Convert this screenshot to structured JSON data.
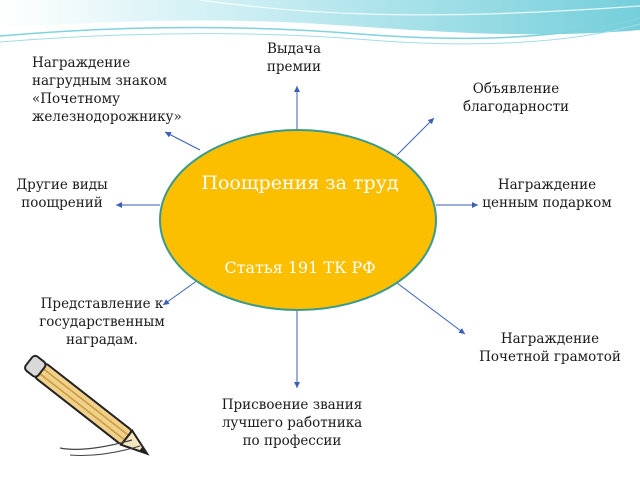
{
  "center": {
    "title": "Поощрения за труд",
    "subtitle": "Статья 191 ТК РФ"
  },
  "nodes": [
    {
      "id": "bonus",
      "text": "Выдача\nпремии"
    },
    {
      "id": "gratitude",
      "text": "Объявление\nблагодарности"
    },
    {
      "id": "gift",
      "text": "Награждение\nценным подарком"
    },
    {
      "id": "certificate",
      "text": "Награждение\nПочетной грамотой"
    },
    {
      "id": "best-worker",
      "text": "Присвоение звания\nлучшего работника\nпо профессии"
    },
    {
      "id": "state-awards",
      "text": "Представление к\nгосударственным\nнаградам."
    },
    {
      "id": "other",
      "text": "Другие виды\nпоощрений"
    },
    {
      "id": "badge",
      "text": "Награждение\nнагрудным знаком\n«Почетному\nжелезнодорожнику»"
    }
  ],
  "colors": {
    "ellipse_fill": "#fbbf00",
    "ellipse_stroke": "#3a9a8c",
    "arrow": "#3a5fb8",
    "wave": "#7fd3dd"
  },
  "decor": {
    "pencil_icon": "pencil-icon"
  }
}
